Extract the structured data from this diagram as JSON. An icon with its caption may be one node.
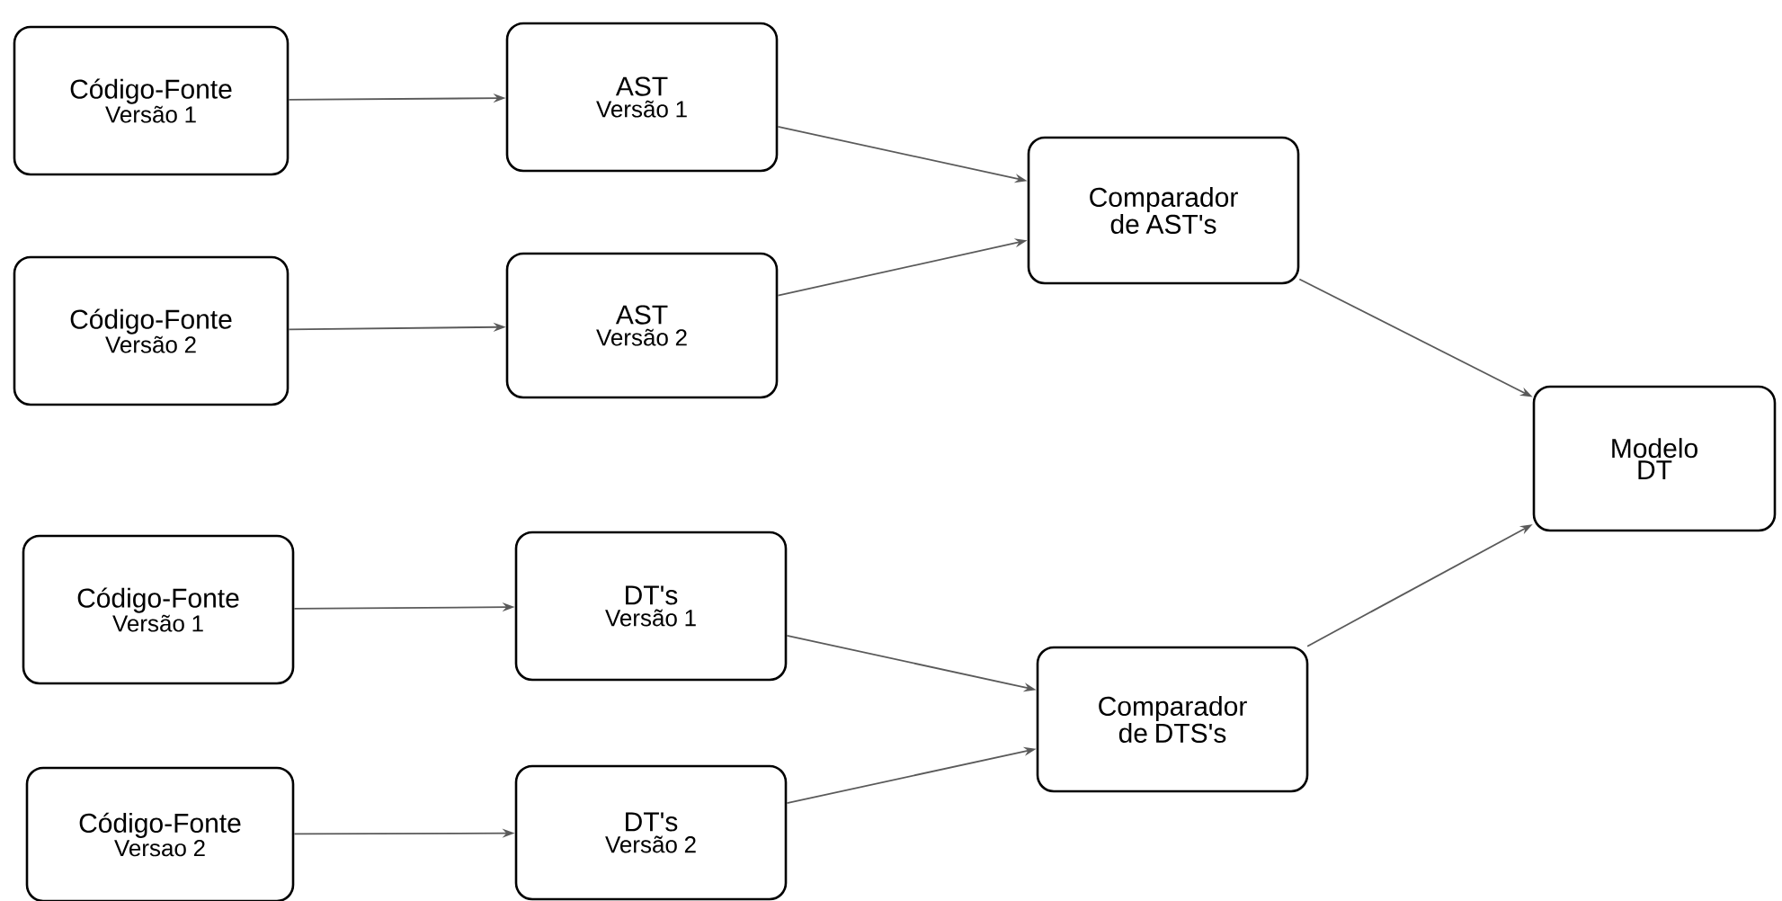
{
  "diagram": {
    "nodes": [
      {
        "text": [
          "Código-Fonte",
          "Versão 1"
        ]
      },
      {
        "text": [
          "AST",
          "Versão 1"
        ]
      },
      {
        "text": [
          "Código-Fonte",
          "Versão 2"
        ]
      },
      {
        "text": [
          "AST",
          "Versão 2"
        ]
      },
      {
        "text": [
          "Comparador de AST's"
        ]
      },
      {
        "text": [
          "Código-Fonte",
          "Versão 1"
        ]
      },
      {
        "text": [
          "DT's",
          "Versão 1"
        ]
      },
      {
        "text": [
          "Código-Fonte",
          "Versao 2"
        ]
      },
      {
        "text": [
          "DT's",
          "Versão 2"
        ]
      },
      {
        "text": [
          "Comparador de DTS's"
        ]
      },
      {
        "text": [
          "Modelo DT"
        ]
      }
    ],
    "edges": [
      {
        "from": 0,
        "to": 1,
        "arrow": "to"
      },
      {
        "from": 2,
        "to": 3,
        "arrow": "to"
      },
      {
        "from": 1,
        "to": 4,
        "arrow": "to"
      },
      {
        "from": 3,
        "to": 4,
        "arrow": "to"
      },
      {
        "from": 5,
        "to": 6,
        "arrow": "to"
      },
      {
        "from": 7,
        "to": 8,
        "arrow": "to"
      },
      {
        "from": 6,
        "to": 9,
        "arrow": "to"
      },
      {
        "from": 8,
        "to": 9,
        "arrow": "to"
      },
      {
        "from": 4,
        "to": 10,
        "arrow": "to"
      },
      {
        "from": 9,
        "to": 10,
        "arrow": "to"
      }
    ]
  }
}
